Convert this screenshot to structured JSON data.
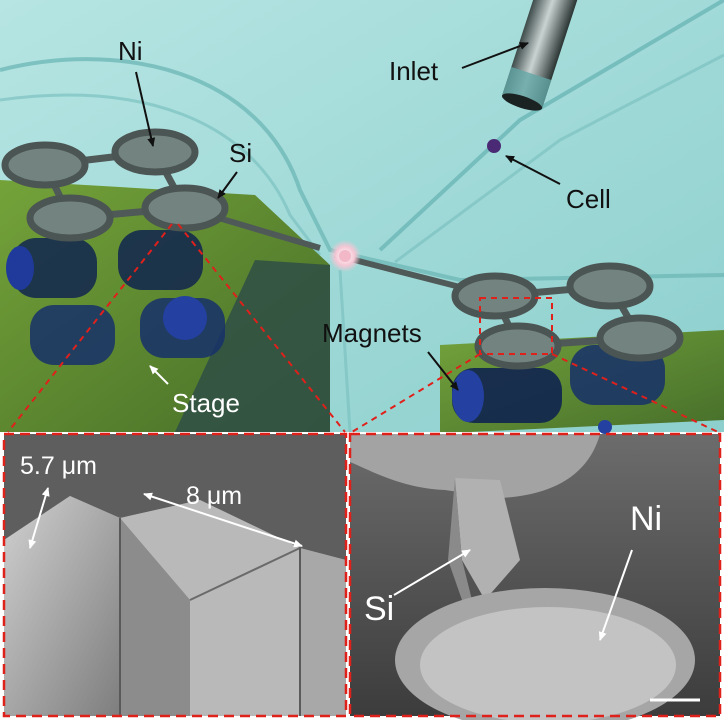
{
  "top_panel": {
    "labels": {
      "inlet": "Inlet",
      "ni": "Ni",
      "si": "Si",
      "cell": "Cell",
      "magnets": "Magnets",
      "stage": "Stage"
    }
  },
  "bottom_left_panel": {
    "labels": {
      "height": "5.7 μm",
      "width": "8 μm"
    }
  },
  "bottom_right_panel": {
    "labels": {
      "si": "Si",
      "ni": "Ni"
    }
  },
  "colors": {
    "background_fluid": "#9fd8d6",
    "accent_dashed": "#e0201b",
    "stage_green": "#6d9a2a",
    "magnet_blue": "#1b2f7a",
    "pad_gray": "#6c7c78",
    "cell_purple": "#4a2a74"
  }
}
